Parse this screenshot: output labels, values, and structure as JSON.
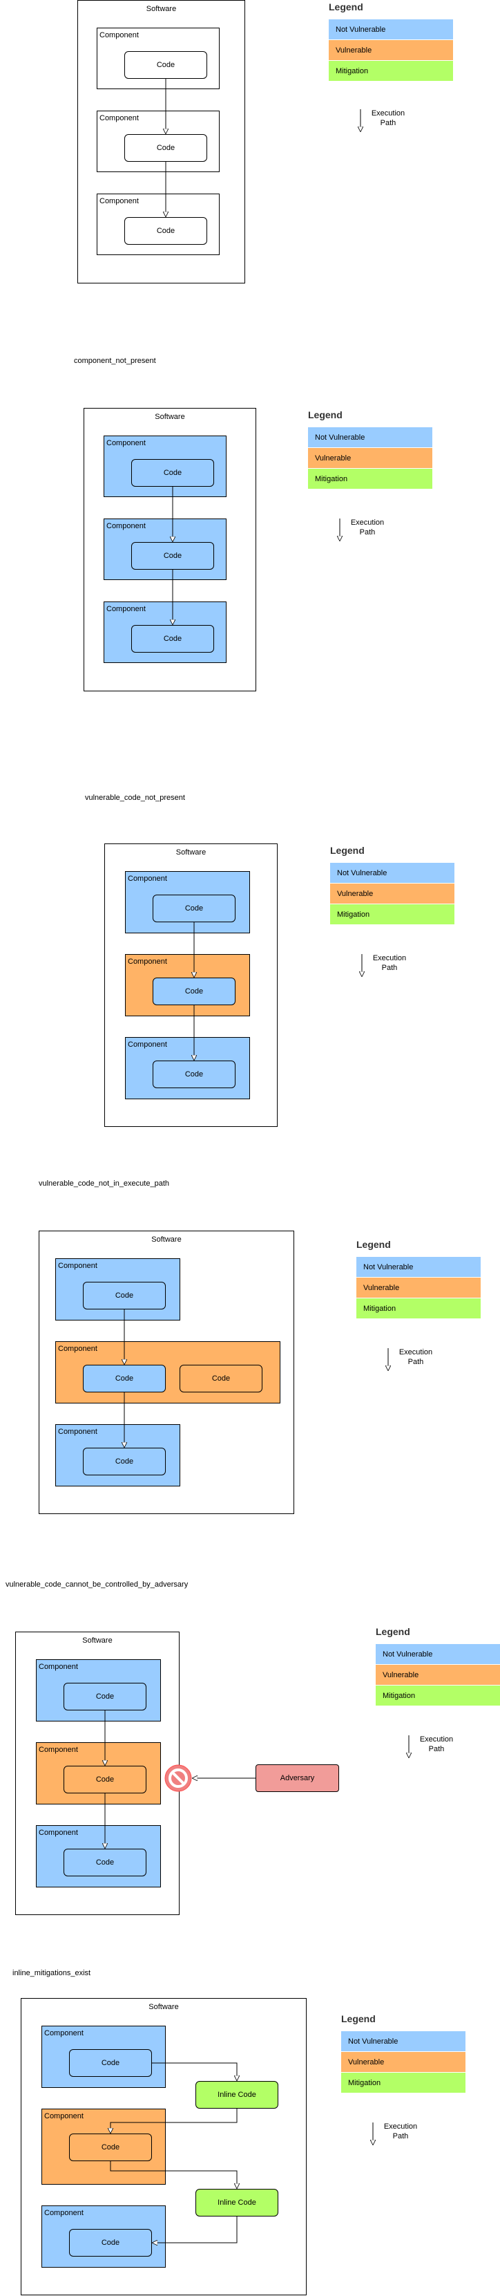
{
  "colors": {
    "not_vulnerable": "#99ccff",
    "vulnerable": "#ffb366",
    "mitigation": "#b3ff66",
    "adversary": "#f19c99",
    "blocked": "#f08080"
  },
  "common": {
    "software": "Software",
    "component": "Component",
    "code": "Code",
    "inline_code": "Inline Code",
    "adversary": "Adversary",
    "legend_title": "Legend",
    "legend_not_vulnerable": "Not Vulnerable",
    "legend_vulnerable": "Vulnerable",
    "legend_mitigation": "Mitigation",
    "execution_path": "Execution Path"
  },
  "scenarios": [
    {
      "caption": ""
    },
    {
      "caption": "component_not_present"
    },
    {
      "caption": "vulnerable_code_not_present"
    },
    {
      "caption": "vulnerable_code_not_in_execute_path"
    },
    {
      "caption": "vulnerable_code_cannot_be_controlled_by_adversary"
    },
    {
      "caption": "inline_mitigations_exist"
    }
  ]
}
